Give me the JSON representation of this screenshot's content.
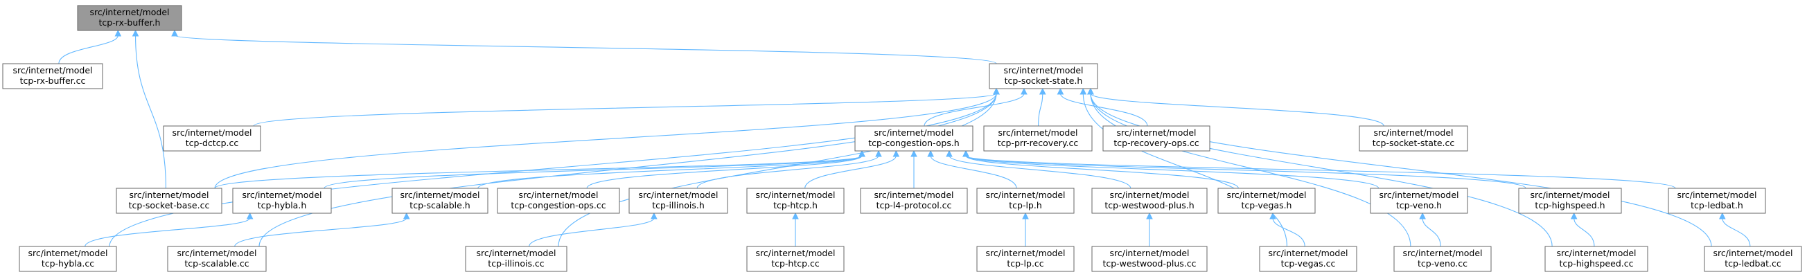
{
  "nodes": [
    {
      "id": "rxh",
      "line1": "src/internet/model",
      "line2": "tcp-rx-buffer.h",
      "highlight": true
    },
    {
      "id": "rxcc",
      "line1": "src/internet/model",
      "line2": "tcp-rx-buffer.cc"
    },
    {
      "id": "ssh",
      "line1": "src/internet/model",
      "line2": "tcp-socket-state.h"
    },
    {
      "id": "dctcp",
      "line1": "src/internet/model",
      "line2": "tcp-dctcp.cc"
    },
    {
      "id": "coh",
      "line1": "src/internet/model",
      "line2": "tcp-congestion-ops.h"
    },
    {
      "id": "prr",
      "line1": "src/internet/model",
      "line2": "tcp-prr-recovery.cc"
    },
    {
      "id": "recops",
      "line1": "src/internet/model",
      "line2": "tcp-recovery-ops.cc"
    },
    {
      "id": "sscc",
      "line1": "src/internet/model",
      "line2": "tcp-socket-state.cc"
    },
    {
      "id": "sbcc",
      "line1": "src/internet/model",
      "line2": "tcp-socket-base.cc"
    },
    {
      "id": "hyblah",
      "line1": "src/internet/model",
      "line2": "tcp-hybla.h"
    },
    {
      "id": "scalh",
      "line1": "src/internet/model",
      "line2": "tcp-scalable.h"
    },
    {
      "id": "cocc",
      "line1": "src/internet/model",
      "line2": "tcp-congestion-ops.cc"
    },
    {
      "id": "illh",
      "line1": "src/internet/model",
      "line2": "tcp-illinois.h"
    },
    {
      "id": "htcph",
      "line1": "src/internet/model",
      "line2": "tcp-htcp.h"
    },
    {
      "id": "l4cc",
      "line1": "src/internet/model",
      "line2": "tcp-l4-protocol.cc"
    },
    {
      "id": "lph",
      "line1": "src/internet/model",
      "line2": "tcp-lp.h"
    },
    {
      "id": "wwph",
      "line1": "src/internet/model",
      "line2": "tcp-westwood-plus.h"
    },
    {
      "id": "vegash",
      "line1": "src/internet/model",
      "line2": "tcp-vegas.h"
    },
    {
      "id": "venoh",
      "line1": "src/internet/model",
      "line2": "tcp-veno.h"
    },
    {
      "id": "hsh",
      "line1": "src/internet/model",
      "line2": "tcp-highspeed.h"
    },
    {
      "id": "ledh",
      "line1": "src/internet/model",
      "line2": "tcp-ledbat.h"
    },
    {
      "id": "hyblacc",
      "line1": "src/internet/model",
      "line2": "tcp-hybla.cc"
    },
    {
      "id": "scalcc",
      "line1": "src/internet/model",
      "line2": "tcp-scalable.cc"
    },
    {
      "id": "illcc",
      "line1": "src/internet/model",
      "line2": "tcp-illinois.cc"
    },
    {
      "id": "htcpcc",
      "line1": "src/internet/model",
      "line2": "tcp-htcp.cc"
    },
    {
      "id": "lpcc",
      "line1": "src/internet/model",
      "line2": "tcp-lp.cc"
    },
    {
      "id": "wwpcc",
      "line1": "src/internet/model",
      "line2": "tcp-westwood-plus.cc"
    },
    {
      "id": "vegascc",
      "line1": "src/internet/model",
      "line2": "tcp-vegas.cc"
    },
    {
      "id": "venocc",
      "line1": "src/internet/model",
      "line2": "tcp-veno.cc"
    },
    {
      "id": "hscc",
      "line1": "src/internet/model",
      "line2": "tcp-highspeed.cc"
    },
    {
      "id": "ledcc",
      "line1": "src/internet/model",
      "line2": "tcp-ledbat.cc"
    }
  ],
  "edges": [
    [
      "rxh",
      "rxcc"
    ],
    [
      "rxh",
      "ssh"
    ],
    [
      "rxh",
      "sbcc"
    ],
    [
      "ssh",
      "dctcp"
    ],
    [
      "ssh",
      "coh"
    ],
    [
      "ssh",
      "prr"
    ],
    [
      "ssh",
      "recops"
    ],
    [
      "ssh",
      "sscc"
    ],
    [
      "ssh",
      "sbcc"
    ],
    [
      "ssh",
      "hyblacc"
    ],
    [
      "ssh",
      "scalcc"
    ],
    [
      "ssh",
      "illcc"
    ],
    [
      "ssh",
      "vegascc"
    ],
    [
      "ssh",
      "venocc"
    ],
    [
      "ssh",
      "hscc"
    ],
    [
      "ssh",
      "ledcc"
    ],
    [
      "coh",
      "sbcc"
    ],
    [
      "coh",
      "hyblah"
    ],
    [
      "coh",
      "scalh"
    ],
    [
      "coh",
      "cocc"
    ],
    [
      "coh",
      "illh"
    ],
    [
      "coh",
      "htcph"
    ],
    [
      "coh",
      "l4cc"
    ],
    [
      "coh",
      "lph"
    ],
    [
      "coh",
      "wwph"
    ],
    [
      "coh",
      "vegash"
    ],
    [
      "coh",
      "venoh"
    ],
    [
      "coh",
      "hsh"
    ],
    [
      "coh",
      "ledh"
    ],
    [
      "hyblah",
      "hyblacc"
    ],
    [
      "scalh",
      "scalcc"
    ],
    [
      "illh",
      "illcc"
    ],
    [
      "htcph",
      "htcpcc"
    ],
    [
      "lph",
      "lpcc"
    ],
    [
      "wwph",
      "wwpcc"
    ],
    [
      "vegash",
      "vegascc"
    ],
    [
      "venoh",
      "venocc"
    ],
    [
      "hsh",
      "hscc"
    ],
    [
      "ledh",
      "ledcc"
    ]
  ]
}
